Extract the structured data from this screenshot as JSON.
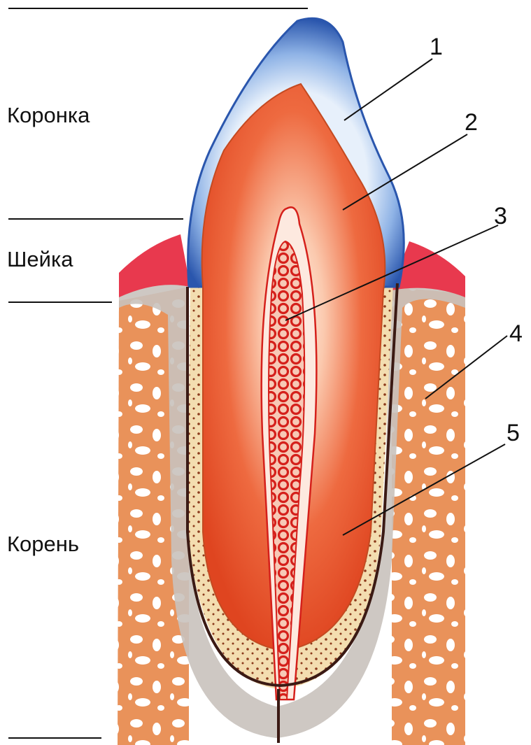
{
  "regions": {
    "crown": "Коронка",
    "neck": "Шейка",
    "root": "Корень"
  },
  "callouts": [
    "1",
    "2",
    "3",
    "4",
    "5"
  ],
  "colors": {
    "enamel": "#2f5fb5",
    "enamel_light": "#a9c6ee",
    "dentin": "#e8502a",
    "dentin_light": "#fbd8c4",
    "pulp": "#d5201b",
    "gum": "#e8394e",
    "bone": "#e9925a",
    "bone_light": "#f6c79b",
    "periodontium": "#c9c2bd",
    "cement": "#f1d9a8",
    "outline": "#3b1a14"
  },
  "icons": [
    "tooth-cross-section-illustration"
  ]
}
